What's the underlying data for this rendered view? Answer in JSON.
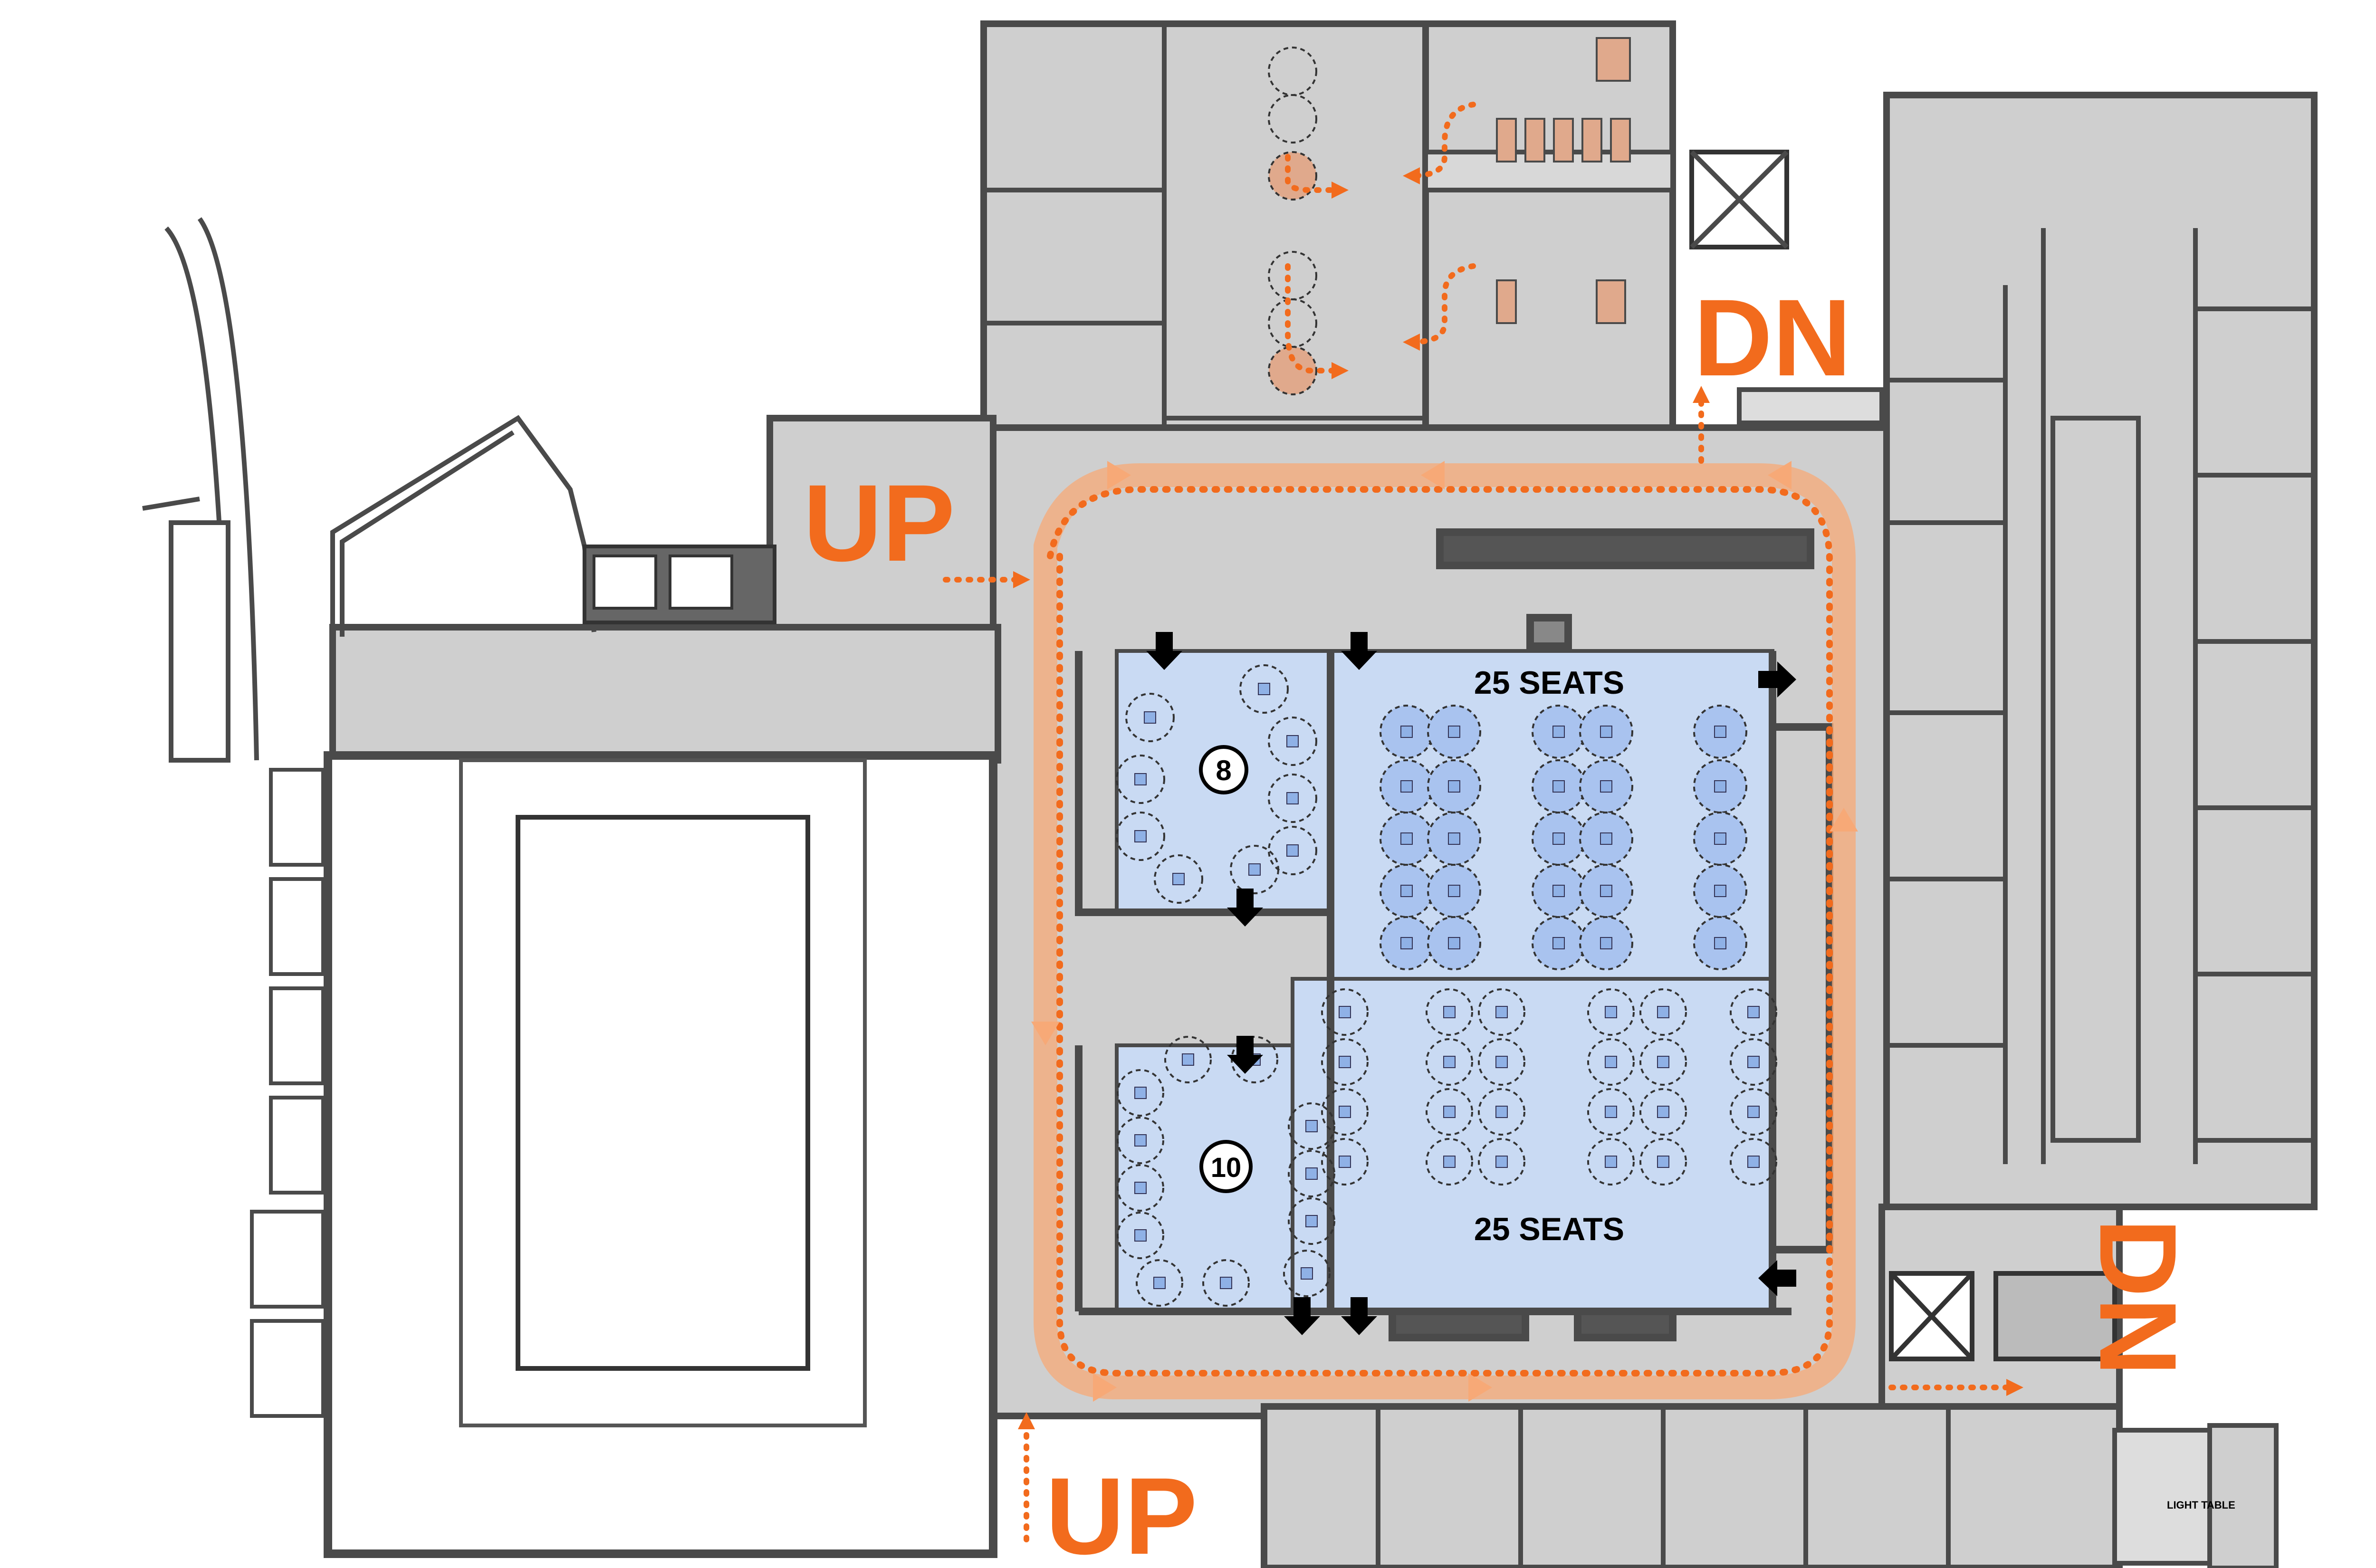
{
  "labels": {
    "seats_upper": "25 SEATS",
    "seats_lower": "25 SEATS",
    "room_8": "8",
    "room_10": "10",
    "stair_up_top": "UP",
    "stair_up_bottom": "UP",
    "stair_dn_top": "DN",
    "stair_dn_right": "DN",
    "light_table": "LIGHT TABLE"
  },
  "colors": {
    "floor": "#cfcfcf",
    "corridor": "#c9c9c9",
    "wall": "#4a4a4a",
    "classroom": "#c9daf3",
    "chair": "#8fb1e6",
    "route": "#f26b1d",
    "route_light": "#f7a977",
    "restroom_fixture": "#e0a98c",
    "arrow": "#000000"
  },
  "icons": {
    "exit_arrow": "black-arrow-icon",
    "route_arrow": "orange-arrow-icon",
    "elevator": "elevator-icon",
    "stair": "stair-icon"
  }
}
